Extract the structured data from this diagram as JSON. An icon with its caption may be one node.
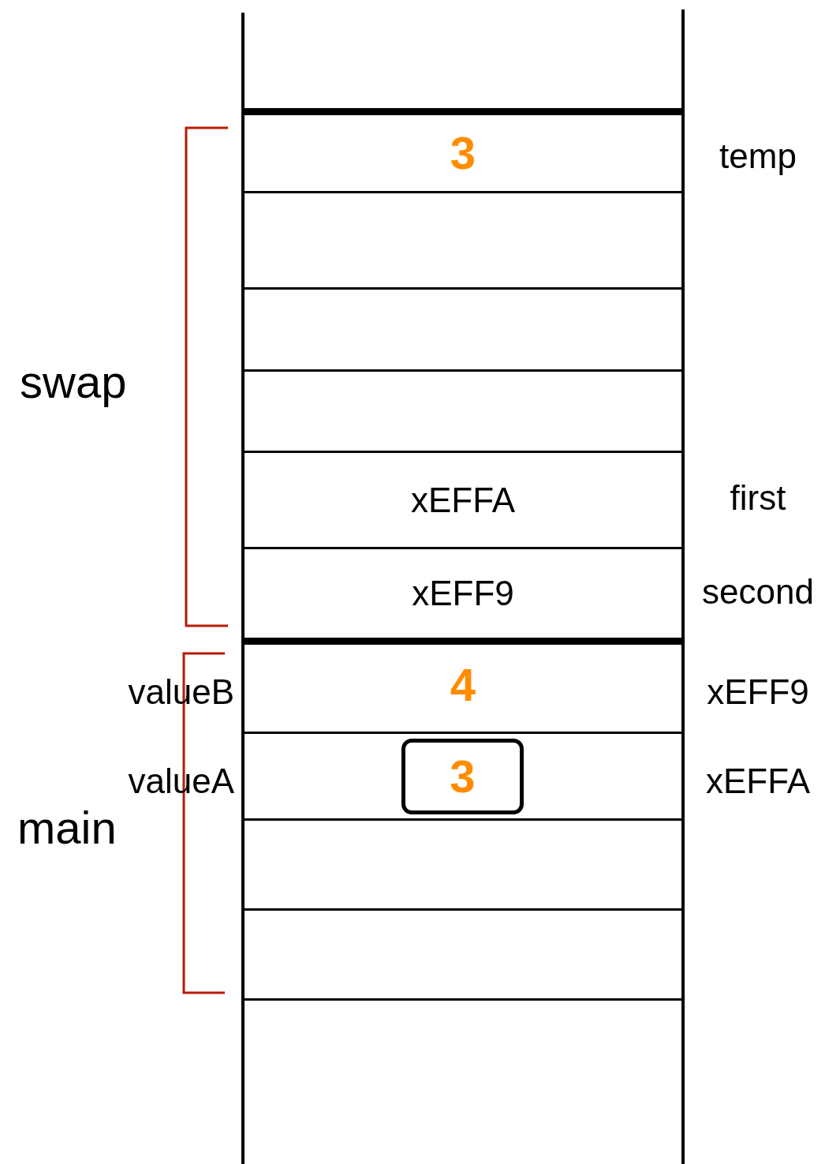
{
  "diagram": {
    "nodes": [
      {
        "text": [
          "3"
        ],
        "beside": [
          "temp"
        ]
      },
      {
        "text": [],
        "shape": "box"
      },
      {
        "text": [],
        "shape": "box"
      },
      {
        "text": [],
        "shape": "box"
      },
      {
        "text": [
          "xEFFA"
        ],
        "beside": [
          "first"
        ]
      },
      {
        "text": [
          "xEFF9"
        ],
        "beside": [
          "second"
        ]
      },
      {
        "text": [
          "4"
        ],
        "beside": [
          "valueB",
          "xEFF9"
        ]
      },
      {
        "text": [],
        "shape": "box",
        "beside": [
          "valueA",
          "xEFFA"
        ]
      },
      {
        "text": [
          "3"
        ],
        "in": 7
      },
      {
        "text": [],
        "shape": "box"
      },
      {
        "text": [],
        "shape": "box"
      }
    ],
    "edges": [],
    "labels": [
      "swap",
      "main"
    ]
  }
}
